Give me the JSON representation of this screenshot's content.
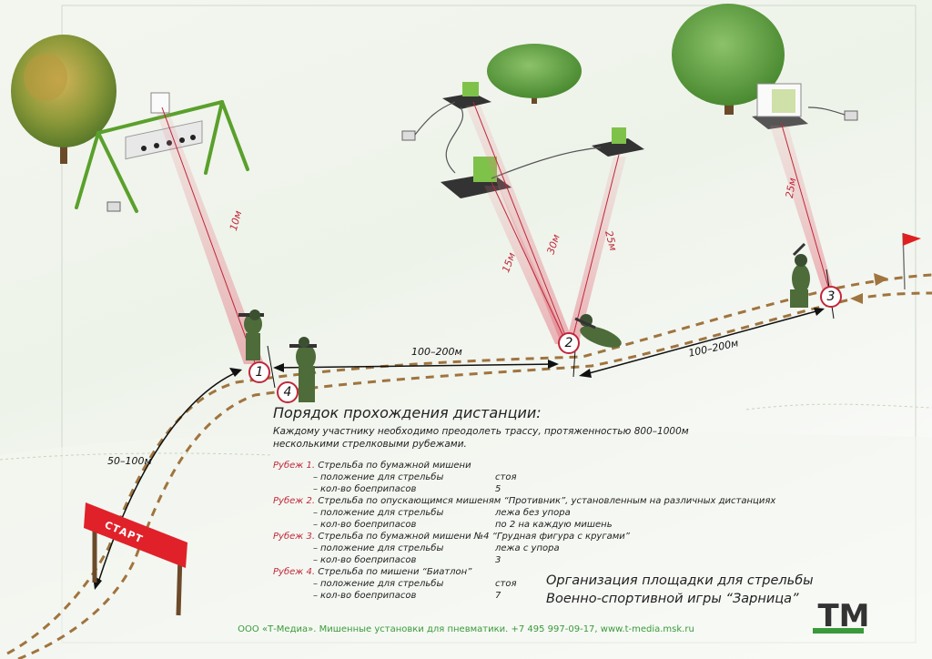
{
  "diagram": {
    "distances": {
      "target1": "10м",
      "target2a": "15м",
      "target2b": "30м",
      "target2c": "25м",
      "target3": "25м"
    },
    "segments": {
      "start_to_1": "50–100м",
      "s1_to_2": "100–200м",
      "s2_to_3": "100–200м"
    },
    "markers": [
      "1",
      "2",
      "3",
      "4"
    ],
    "start_label": "СТАРТ"
  },
  "text": {
    "heading": "Порядок прохождения дистанции:",
    "intro_line1": "Каждому участнику необходимо преодолеть трассу, протяженностью 800–1000м",
    "intro_line2": "несколькими стрелковыми рубежами.",
    "stages": [
      {
        "label": "Рубеж 1.",
        "name": "Стрельба по бумажной мишени",
        "params": [
          {
            "k": "положение для стрельбы",
            "v": "стоя"
          },
          {
            "k": "кол-во боеприпасов",
            "v": "5"
          }
        ]
      },
      {
        "label": "Рубеж 2.",
        "name": "Стрельба по опускающимся мишеням “Противник”, установленным на различных дистанциях",
        "params": [
          {
            "k": "положение для стрельбы",
            "v": "лежа без упора"
          },
          {
            "k": "кол-во боеприпасов",
            "v": "по 2 на каждую мишень"
          }
        ]
      },
      {
        "label": "Рубеж 3.",
        "name": "Стрельба по бумажной мишени №4 “Грудная фигура с кругами”",
        "params": [
          {
            "k": "положение для стрельбы",
            "v": "лежа с упора"
          },
          {
            "k": "кол-во боеприпасов",
            "v": "3"
          }
        ]
      },
      {
        "label": "Рубеж 4.",
        "name": "Стрельба по мишени “Биатлон”",
        "params": [
          {
            "k": "положение для стрельбы",
            "v": "стоя"
          },
          {
            "k": "кол-во боеприпасов",
            "v": "7"
          }
        ]
      }
    ]
  },
  "org_title": {
    "line1": "Организация площадки для стрельбы",
    "line2": "Военно-спортивной игры “Зарница”"
  },
  "logo": {
    "text": "ТМ"
  },
  "footer": "ООО «Т-Медиа». Мишенные установки для пневматики. +7 495 997-09-17, www.t-media.msk.ru",
  "colors": {
    "accent": "#c0273a",
    "path": "#a0743f",
    "footer": "#3a9a3a",
    "tree": "#5c9a3a"
  }
}
